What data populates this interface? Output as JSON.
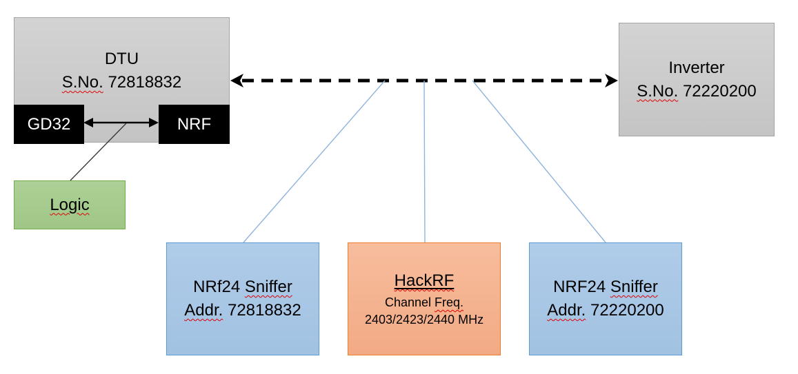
{
  "nodes": {
    "dtu": {
      "title": "DTU",
      "serial_label": "S.No.",
      "serial_number": "72818832"
    },
    "gd32": {
      "label": "GD32"
    },
    "nrf": {
      "label": "NRF"
    },
    "logic": {
      "label": "Logic"
    },
    "inverter": {
      "title": "Inverter",
      "serial_label": "S.No.",
      "serial_number": "72220200"
    },
    "sniffer_left": {
      "name_prefix": "NRf24",
      "name_word": "Sniffer",
      "addr_label": "Addr.",
      "addr_number": "72818832"
    },
    "hackrf": {
      "title": "HackRF",
      "channel_label": "Channel",
      "channel_word": "Freq.",
      "frequencies": "2403/2423/2440 MHz"
    },
    "sniffer_right": {
      "name_prefix": "NRF24",
      "name_word": "Sniffer",
      "addr_label": "Addr.",
      "addr_number": "72220200"
    }
  },
  "colors": {
    "gray_fill": "#cccbcb",
    "gray_border": "#a3a3a3",
    "chip_fill": "#000000",
    "chip_text": "#ffffff",
    "green_fill": "#a6cc8f",
    "green_border": "#70ad47",
    "blue_fill": "#a9c7e6",
    "blue_border": "#5b9bd5",
    "orange_fill": "#f5b491",
    "orange_border": "#ed7d31",
    "connector_blue": "#8eb4dc",
    "arrow_black": "#000000",
    "squiggle_red": "#e00000"
  }
}
